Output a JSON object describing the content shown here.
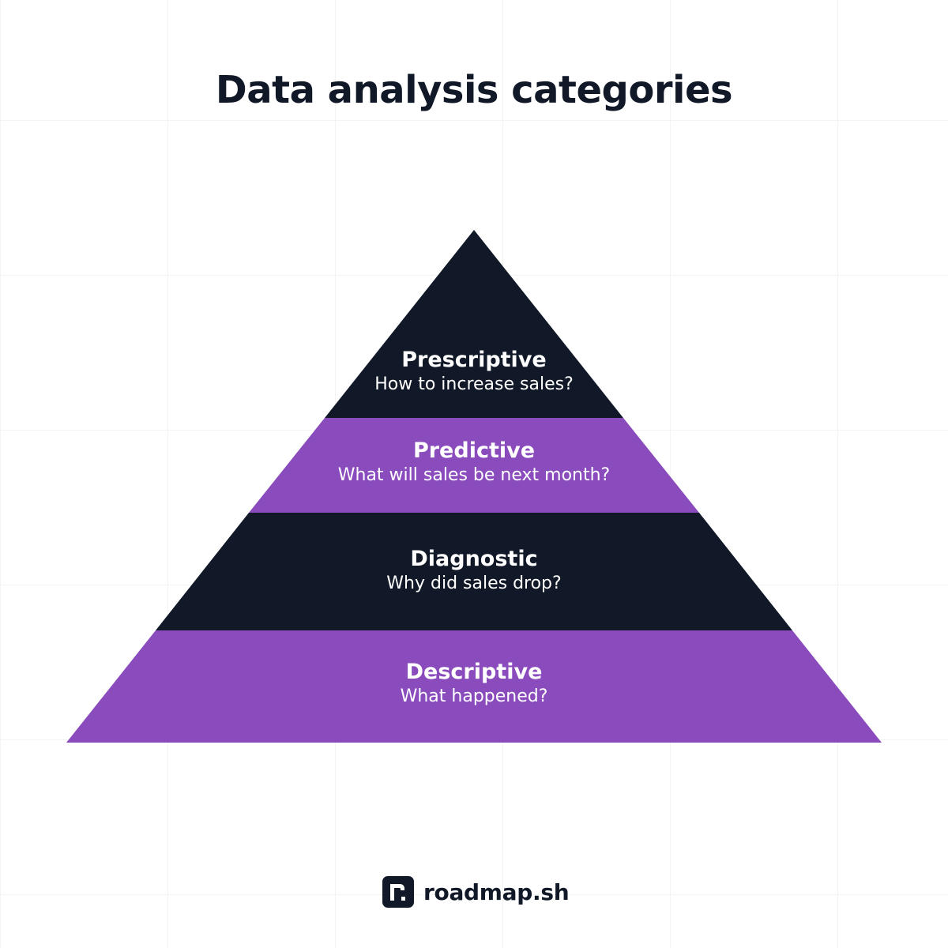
{
  "title": "Data analysis categories",
  "colors": {
    "dark": "#111827",
    "purple": "#8a4bbd",
    "text_on_tier": "#ffffff"
  },
  "tiers": [
    {
      "name": "Prescriptive",
      "question": "How to increase sales?",
      "color": "#111827"
    },
    {
      "name": "Predictive",
      "question": "What will sales be next month?",
      "color": "#8a4bbd"
    },
    {
      "name": "Diagnostic",
      "question": "Why did sales drop?",
      "color": "#111827"
    },
    {
      "name": "Descriptive",
      "question": "What happened?",
      "color": "#8a4bbd"
    }
  ],
  "brand": {
    "icon": "roadmap-logo-icon",
    "name": "roadmap.sh"
  }
}
